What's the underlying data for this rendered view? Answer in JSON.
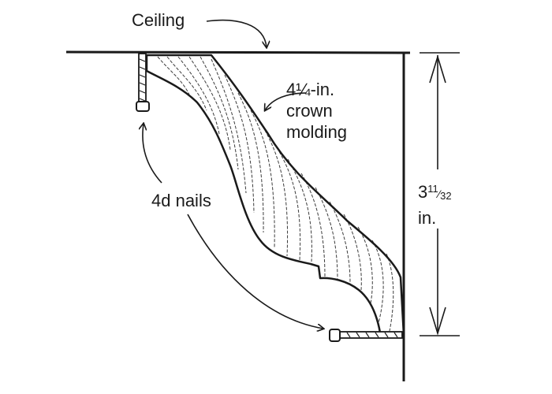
{
  "labels": {
    "ceiling": "Ceiling",
    "crown_size": "4¼-in.",
    "crown_word": "crown",
    "molding_word": "molding",
    "nails": "4d nails",
    "height_whole": "3",
    "height_num": "11",
    "height_den": "32",
    "height_unit": "in."
  },
  "colors": {
    "ink": "#1a1a1a",
    "background": "#ffffff"
  }
}
